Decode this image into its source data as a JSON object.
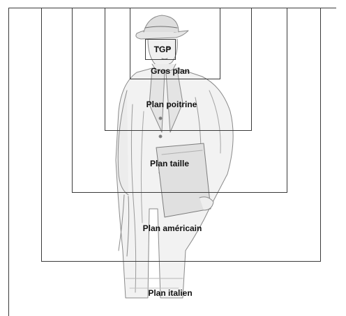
{
  "shot_labels": {
    "tgp": "TGP",
    "gros_plan": "Gros plan",
    "plan_poitrine": "Plan poitrine",
    "plan_taille": "Plan taille",
    "plan_americain": "Plan américain",
    "plan_italien": "Plan italien"
  }
}
